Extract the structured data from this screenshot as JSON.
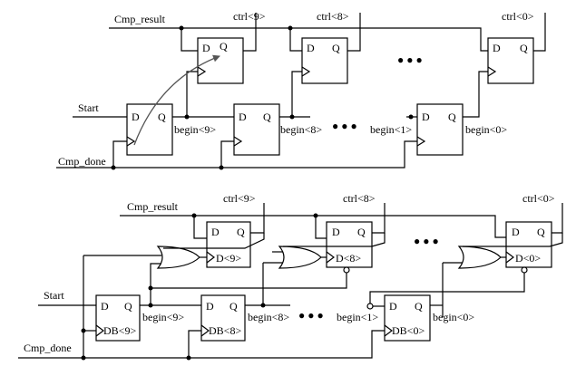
{
  "top": {
    "signals": {
      "cmp_result": "Cmp_result",
      "start": "Start",
      "cmp_done": "Cmp_done"
    },
    "ctrl_labels": [
      "ctrl<9>",
      "ctrl<8>",
      "ctrl<0>"
    ],
    "begin_labels": [
      "begin<9>",
      "begin<8>",
      "begin<1>",
      "begin<0>"
    ],
    "ff_d": "D",
    "ff_q": "Q",
    "ellipsis": "● ● ●"
  },
  "bottom": {
    "signals": {
      "cmp_result": "Cmp_result",
      "start": "Start",
      "cmp_done": "Cmp_done"
    },
    "ctrl_labels": [
      "ctrl<9>",
      "ctrl<8>",
      "ctrl<0>"
    ],
    "begin_labels": [
      "begin<9>",
      "begin<8>",
      "begin<1>",
      "begin<0>"
    ],
    "d_labels": [
      "D<9>",
      "D<8>",
      "D<0>"
    ],
    "db_labels": [
      "DB<9>",
      "DB<8>",
      "DB<0>"
    ],
    "ff_d": "D",
    "ff_q": "Q",
    "ellipsis": "● ● ●"
  }
}
